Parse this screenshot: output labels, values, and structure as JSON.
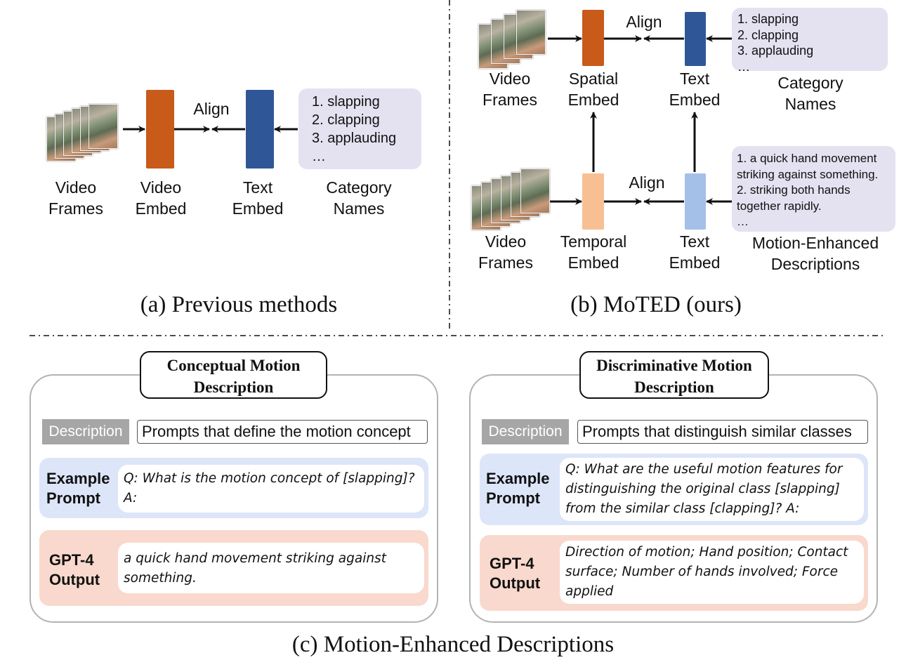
{
  "panel_a": {
    "video_frames_label": [
      "Video",
      "Frames"
    ],
    "video_embed_label": [
      "Video",
      "Embed"
    ],
    "align_label": "Align",
    "text_embed_label": [
      "Text",
      "Embed"
    ],
    "category_names_label": [
      "Category",
      "Names"
    ],
    "categories": [
      "1. slapping",
      "2. clapping",
      "3. applauding",
      "…"
    ],
    "caption": "(a) Previous methods"
  },
  "panel_b": {
    "top": {
      "video_frames_label": [
        "Video",
        "Frames"
      ],
      "spatial_embed_label": [
        "Spatial",
        "Embed"
      ],
      "align_label": "Align",
      "text_embed_label": [
        "Text",
        "Embed"
      ],
      "category_names_label": [
        "Category",
        "Names"
      ],
      "categories": [
        "1. slapping",
        "2. clapping",
        "3. applauding",
        "…"
      ]
    },
    "bottom": {
      "video_frames_label": [
        "Video",
        "Frames"
      ],
      "temporal_embed_label": [
        "Temporal",
        "Embed"
      ],
      "align_label": "Align",
      "text_embed_label": [
        "Text",
        "Embed"
      ],
      "descriptions_label": [
        "Motion-Enhanced",
        "Descriptions"
      ],
      "descriptions": [
        "1. a quick hand movement",
        "striking against something.",
        "2. striking both hands",
        "together rapidly.",
        "…"
      ]
    },
    "caption": "(b) MoTED (ours)"
  },
  "panel_c": {
    "conceptual": {
      "title": [
        "Conceptual Motion",
        "Description"
      ],
      "description_tag": "Description",
      "description_text": "Prompts that define the motion concept",
      "example_prompt_label": [
        "Example",
        "Prompt"
      ],
      "example_prompt_text": [
        "Q: What is the motion concept of [slapping]?",
        "A:"
      ],
      "output_label": [
        "GPT-4",
        "Output"
      ],
      "output_text": [
        "a quick hand movement striking against",
        "something."
      ]
    },
    "discriminative": {
      "title": [
        "Discriminative Motion",
        "Description"
      ],
      "description_tag": "Description",
      "description_text": "Prompts that distinguish similar classes",
      "example_prompt_label": [
        "Example",
        "Prompt"
      ],
      "example_prompt_text": [
        "Q: What are the useful motion features for",
        "distinguishing the original class [slapping]",
        "from the similar class [clapping]?  A:"
      ],
      "output_label": [
        "GPT-4",
        "Output"
      ],
      "output_text": [
        "Direction of motion; Hand position; Contact",
        "surface; Number of hands involved; Force",
        "applied"
      ]
    },
    "caption": "(c) Motion-Enhanced Descriptions"
  },
  "colors": {
    "video_embed": "#c85a1a",
    "text_embed": "#2f5797",
    "temporal_embed": "#f8bf93",
    "text_embed_light": "#a4bfe8",
    "category_box": "#e4e2f1",
    "prompt_band": "#dde5f9",
    "output_band": "#f9d9cd",
    "description_tag": "#a6a6a6"
  }
}
